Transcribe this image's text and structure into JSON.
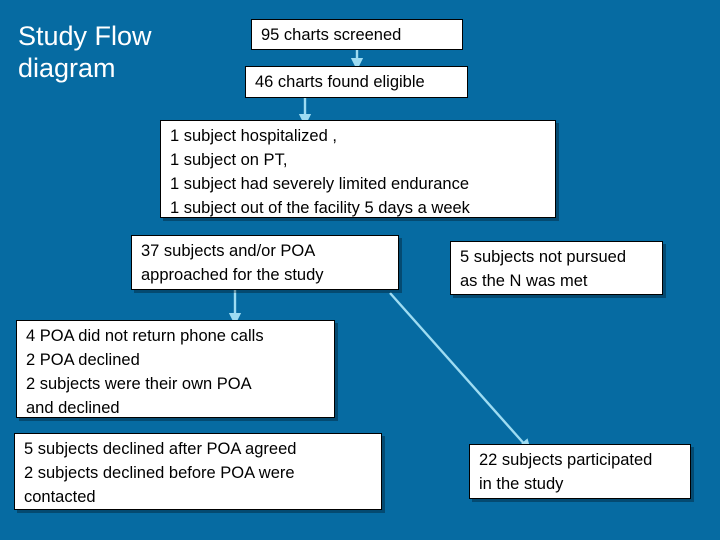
{
  "slide": {
    "title": "Study Flow\ndiagram",
    "background_color": "#066BA2",
    "title_color": "#FFFFFF",
    "node_fill_color": "#FFFFFF",
    "node_border_color": "#000000",
    "connector_color": "#9EDCF2"
  },
  "nodes": [
    {
      "id": "charts-screened",
      "text": "95 charts screened"
    },
    {
      "id": "charts-eligible",
      "text": "46 charts found eligible"
    },
    {
      "id": "exclusions",
      "text": "1 subject hospitalized ,\n1 subject on PT,\n1 subject had severely limited endurance\n1 subject out of the facility 5 days a week"
    },
    {
      "id": "approached",
      "text": "37 subjects and/or POA\napproached for the study"
    },
    {
      "id": "not-pursued",
      "text": "5 subjects not pursued\nas the N was met"
    },
    {
      "id": "poa-no-response",
      "text": "4 POA did not return phone calls\n2 POA declined\n2 subjects were their own POA\nand declined"
    },
    {
      "id": "subjects-declined",
      "text": "5 subjects declined after POA agreed\n2 subjects declined before POA were\ncontacted"
    },
    {
      "id": "participated",
      "text": "22 subjects participated\nin the study"
    }
  ]
}
